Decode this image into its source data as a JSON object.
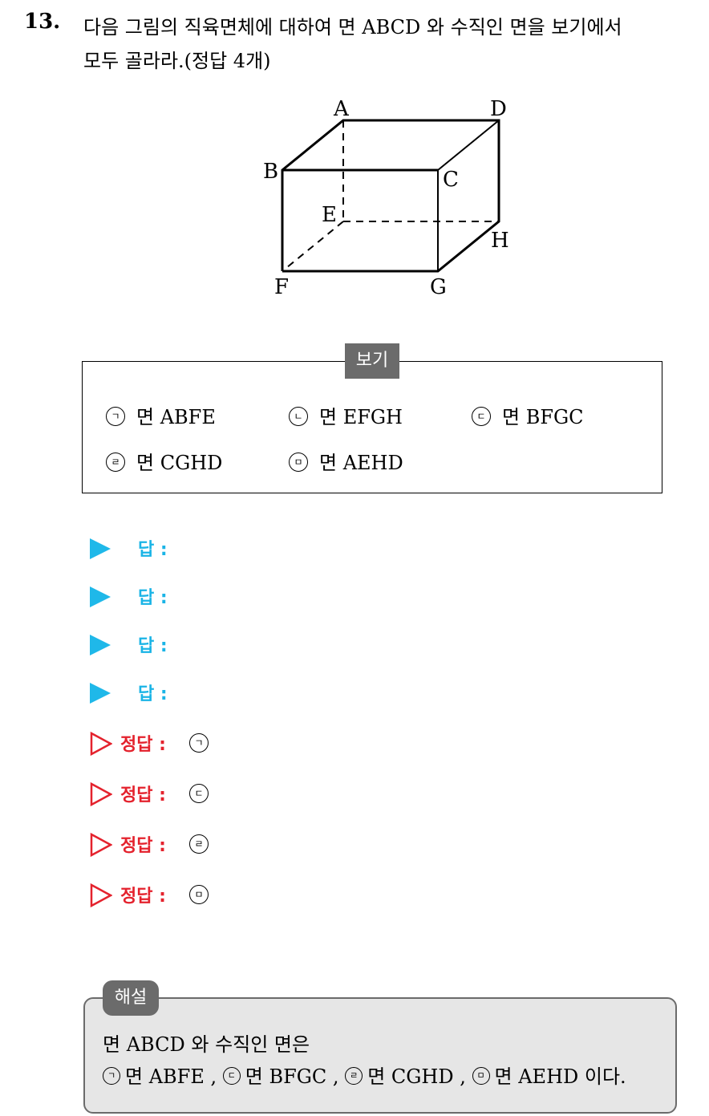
{
  "question": {
    "number": "13.",
    "line1": "다음 그림의 직육면체에 대하여 면 ABCD 와 수직인 면을 보기에서",
    "line2": "모두 골라라.(정답 4개)"
  },
  "figure": {
    "labels": {
      "A": "A",
      "B": "B",
      "C": "C",
      "D": "D",
      "E": "E",
      "F": "F",
      "G": "G",
      "H": "H"
    }
  },
  "bogi": {
    "title": "보기",
    "options": [
      {
        "mark": "ㄱ",
        "text": "면 ABFE"
      },
      {
        "mark": "ㄴ",
        "text": "면 EFGH"
      },
      {
        "mark": "ㄷ",
        "text": "면 BFGC"
      },
      {
        "mark": "ㄹ",
        "text": "면 CGHD"
      },
      {
        "mark": "ㅁ",
        "text": "면 AEHD"
      }
    ]
  },
  "answers": {
    "label": "답 :",
    "rows": 4
  },
  "correct": {
    "label": "정답 :",
    "items": [
      "ㄱ",
      "ㄷ",
      "ㄹ",
      "ㅁ"
    ]
  },
  "explanation": {
    "title": "해설",
    "line1": "면 ABCD 와 수직인 면은",
    "items": [
      {
        "mark": "ㄱ",
        "text": "면 ABFE ,"
      },
      {
        "mark": "ㄷ",
        "text": "면 BFGC ,"
      },
      {
        "mark": "ㄹ",
        "text": "면 CGHD ,"
      },
      {
        "mark": "ㅁ",
        "text": "면 AEHD 이다."
      }
    ]
  }
}
